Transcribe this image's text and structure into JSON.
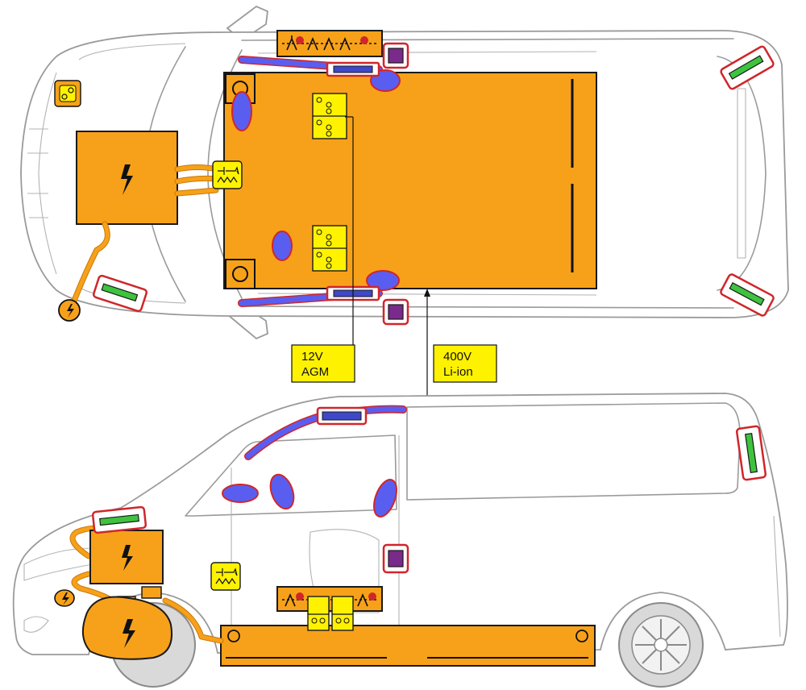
{
  "labels": {
    "battery_12v_line1": "12V",
    "battery_12v_line2": "AGM",
    "battery_hv_line1": "400V",
    "battery_hv_line2": "Li-ion"
  },
  "colors": {
    "high_voltage": "#f7a11a",
    "airbag": "#5a5ef0",
    "warning_border": "#d0262b",
    "low_voltage": "#fff200",
    "control_unit": "#7a2a8a",
    "gas_strut": "#3ec33e"
  }
}
